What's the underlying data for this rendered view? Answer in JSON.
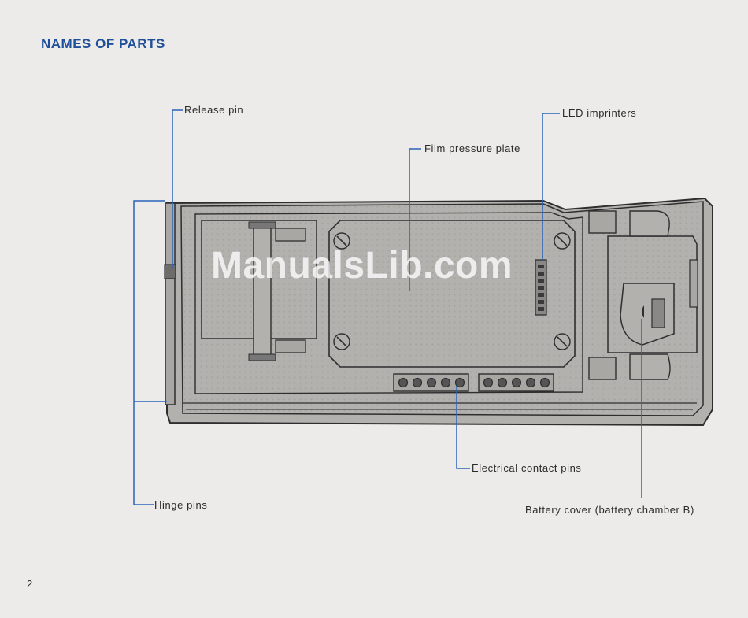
{
  "heading": "NAMES OF PARTS",
  "labels": {
    "release_pin": "Release pin",
    "led_imprinters": "LED imprinters",
    "film_pressure_plate": "Film pressure plate",
    "electrical_contact_pins": "Electrical contact pins",
    "hinge_pins": "Hinge pins",
    "battery_cover": "Battery cover (battery chamber B)"
  },
  "page_number": "2",
  "watermark": "ManualsLib.com",
  "colors": {
    "leader_line": "#2b63b8",
    "heading": "#1f4f9b",
    "body_fill": "#b9b7b4",
    "outline": "#2e2e2e"
  }
}
